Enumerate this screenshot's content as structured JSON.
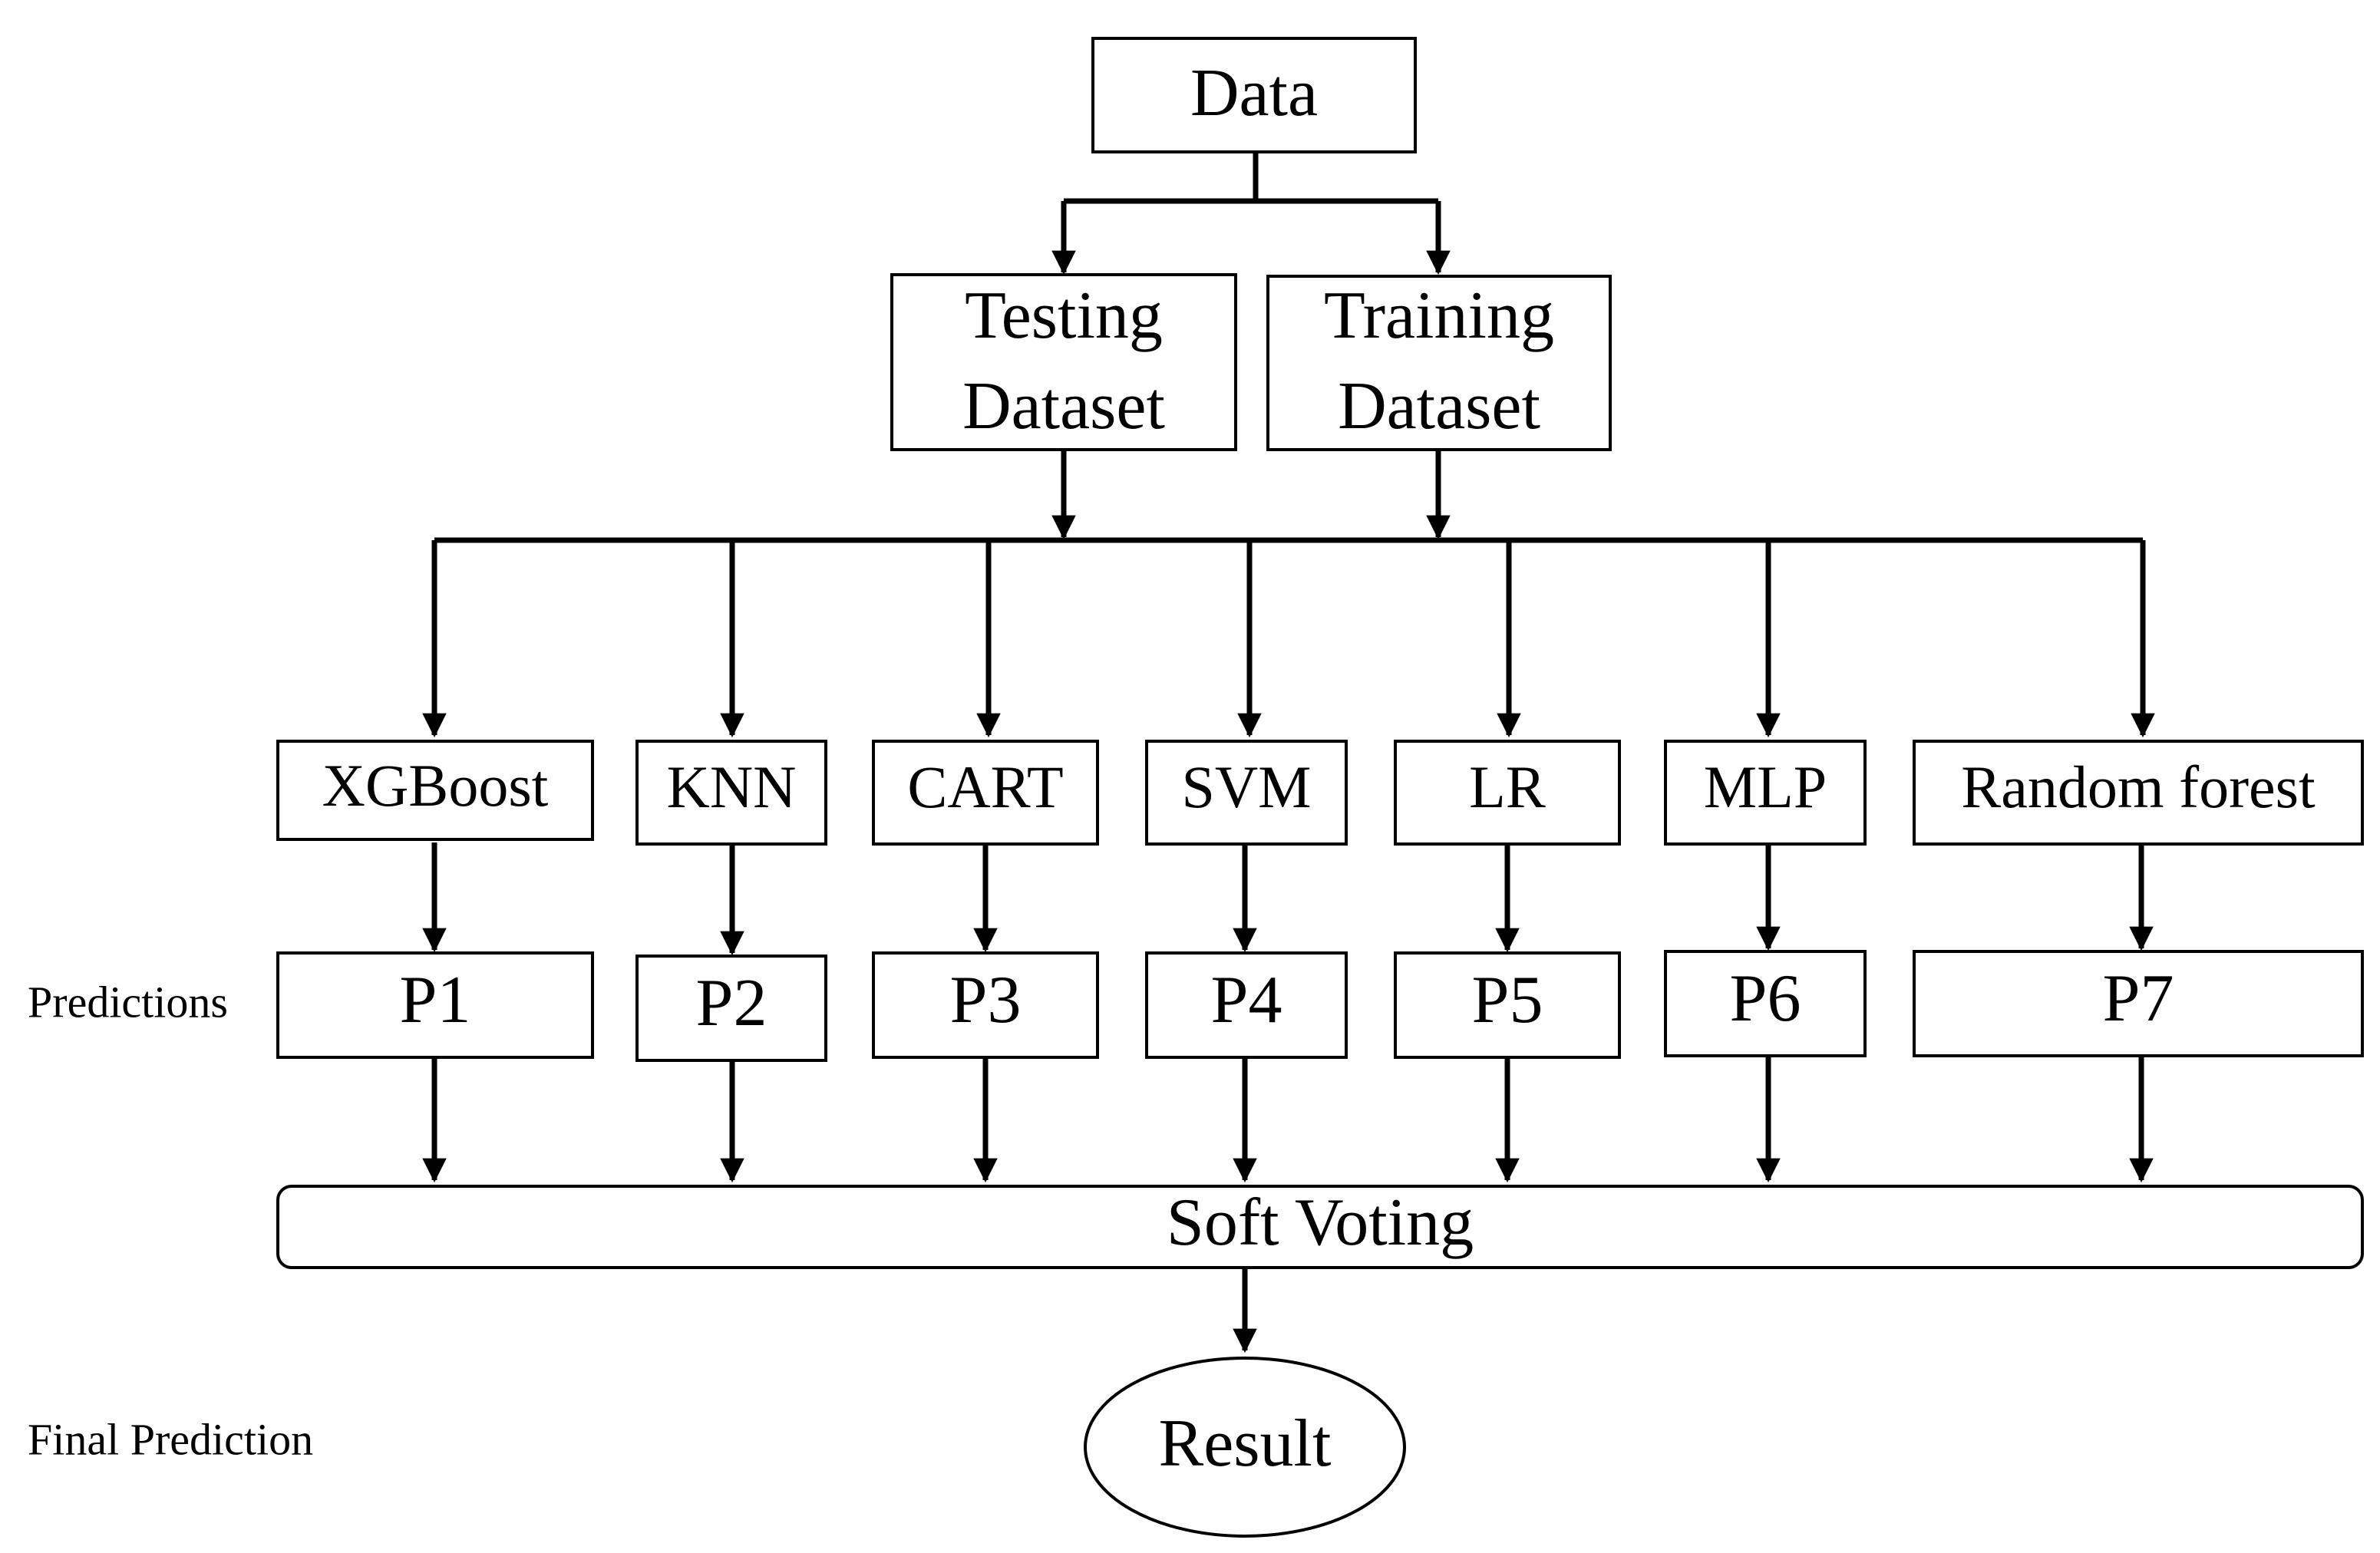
{
  "diagram": {
    "data_node": "Data",
    "testing_node": [
      "Testing",
      "Dataset"
    ],
    "training_node": [
      "Training",
      "Dataset"
    ],
    "models": [
      "XGBoost",
      "KNN",
      "CART",
      "SVM",
      "LR",
      "MLP",
      "Random forest"
    ],
    "predictions": [
      "P1",
      "P2",
      "P3",
      "P4",
      "P5",
      "P6",
      "P7"
    ],
    "predictions_label": "Predictions",
    "voting_node": "Soft Voting",
    "final_label": "Final Prediction",
    "result_node": "Result",
    "line_color": "#000000",
    "background_color": "#ffffff"
  }
}
